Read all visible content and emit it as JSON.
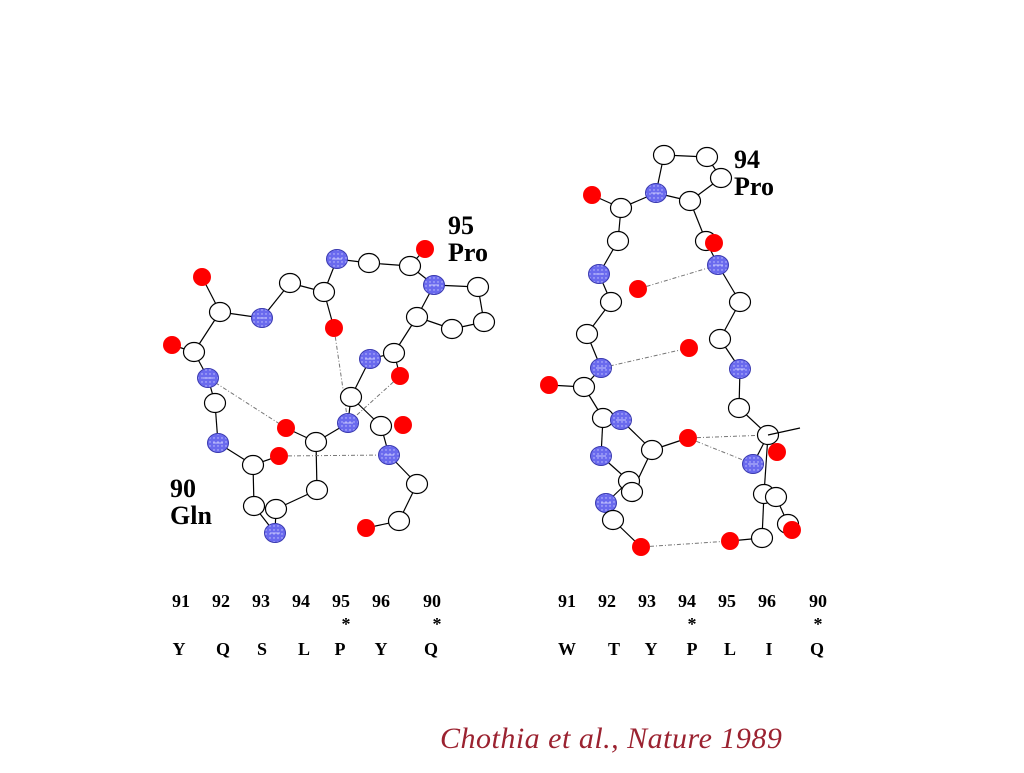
{
  "colors": {
    "oxygen": "#ff0000",
    "nitrogen": "#6a6aee",
    "carbon": "#ffffff",
    "bond": "#000000",
    "hbond": "#777777",
    "citation": "#9b2230"
  },
  "left_loop": {
    "label_top": {
      "number": "95",
      "residue": "Pro"
    },
    "label_bottom": {
      "number": "90",
      "residue": "Gln"
    },
    "numbers": [
      "91",
      "92",
      "93",
      "94",
      "95",
      "96",
      "90"
    ],
    "stars": [
      "",
      "",
      "",
      "",
      "*",
      "",
      "*"
    ],
    "letters": [
      "Y",
      "Q",
      "S",
      "L",
      "P",
      "Y",
      "Q"
    ]
  },
  "right_loop": {
    "label_top": {
      "number": "94",
      "residue": "Pro"
    },
    "numbers": [
      "91",
      "92",
      "93",
      "94",
      "95",
      "96",
      "90"
    ],
    "stars": [
      "",
      "",
      "",
      "*",
      "",
      "",
      "*"
    ],
    "letters": [
      "W",
      "T",
      "Y",
      "P",
      "L",
      "I",
      "Q"
    ]
  },
  "citation": "Chothia et al., Nature 1989"
}
